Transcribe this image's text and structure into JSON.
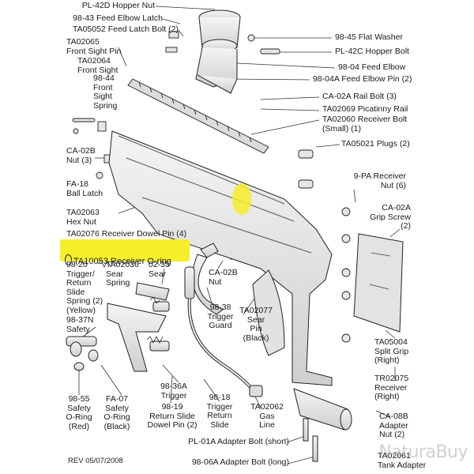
{
  "labels": {
    "l01": "PL-42D Hopper Nut",
    "l02": "98-43 Feed Elbow Latch",
    "l03": "TA05052 Feed Latch Bolt (2)",
    "l04": "TA02065\nFront Sight Pin",
    "l05": "TA02064\nFront Sight",
    "l06": "98-44\nFront\nSight\nSpring",
    "l07": "98-45 Flat Washer",
    "l08": "PL-42C Hopper Bolt",
    "l09": "98-04 Feed Elbow",
    "l10": "98-04A  Feed Elbow Pin (2)",
    "l11": "CA-02A Rail Bolt (3)",
    "l12": "TA02069 Picatinny Rail",
    "l13": "TA02060 Receiver Bolt\n(Small) (1)",
    "l14": "TA05021 Plugs (2)",
    "l15": "CA-02B\nNut (3)",
    "l16": "FA-18\nBall Latch",
    "l17": "9-PA Receiver\nNut (6)",
    "l18": "CA-02A\nGrip Screw\n(2)",
    "l19": "TA02063\nHex Nut",
    "l20": "TA02076 Receiver Dowel Pin (4)",
    "l21": "TA10053 Receiver O-ring",
    "l22": "98-20\nTrigger/\nReturn\nSlide\nSpring (2)\n(Yellow)",
    "l23": "TA02036\nSear\nSpring",
    "l24": "02-35\nSear",
    "l25": "CA-02B\nNut",
    "l26": "98-37N\nSafety",
    "l27": "98-38\nTrigger\nGuard",
    "l28": "TA02077\nSear\nPin\n(Black)",
    "l29": "TA05004\nSplit Grip\n(Right)",
    "l30": "98-36A\nTrigger",
    "l31": "TR02075\nReceiver\n(Right)",
    "l32": "98-55\nSafety\nO-Ring\n(Red)",
    "l33": "FA-07\nSafety\nO-Ring\n(Black)",
    "l34": "98-19\nReturn Slide\nDowel Pin (2)",
    "l35": "98-18\nTrigger\nReturn\nSlide",
    "l36": "TA02062\nGas\nLine",
    "l37": "CA-08B\nAdapter\nNut (2)",
    "l38": "PL-01A Adapter Bolt (short)",
    "l39": "98-06A Adapter Bolt (long)",
    "l40": "TA02061\nTank Adapter"
  },
  "footer": {
    "revision": "REV 05/07/2008",
    "watermark": "NaturaBuy"
  },
  "colors": {
    "highlight": "#f5ef2a",
    "line": "#333333",
    "part_fill": "#e6e6e6"
  }
}
